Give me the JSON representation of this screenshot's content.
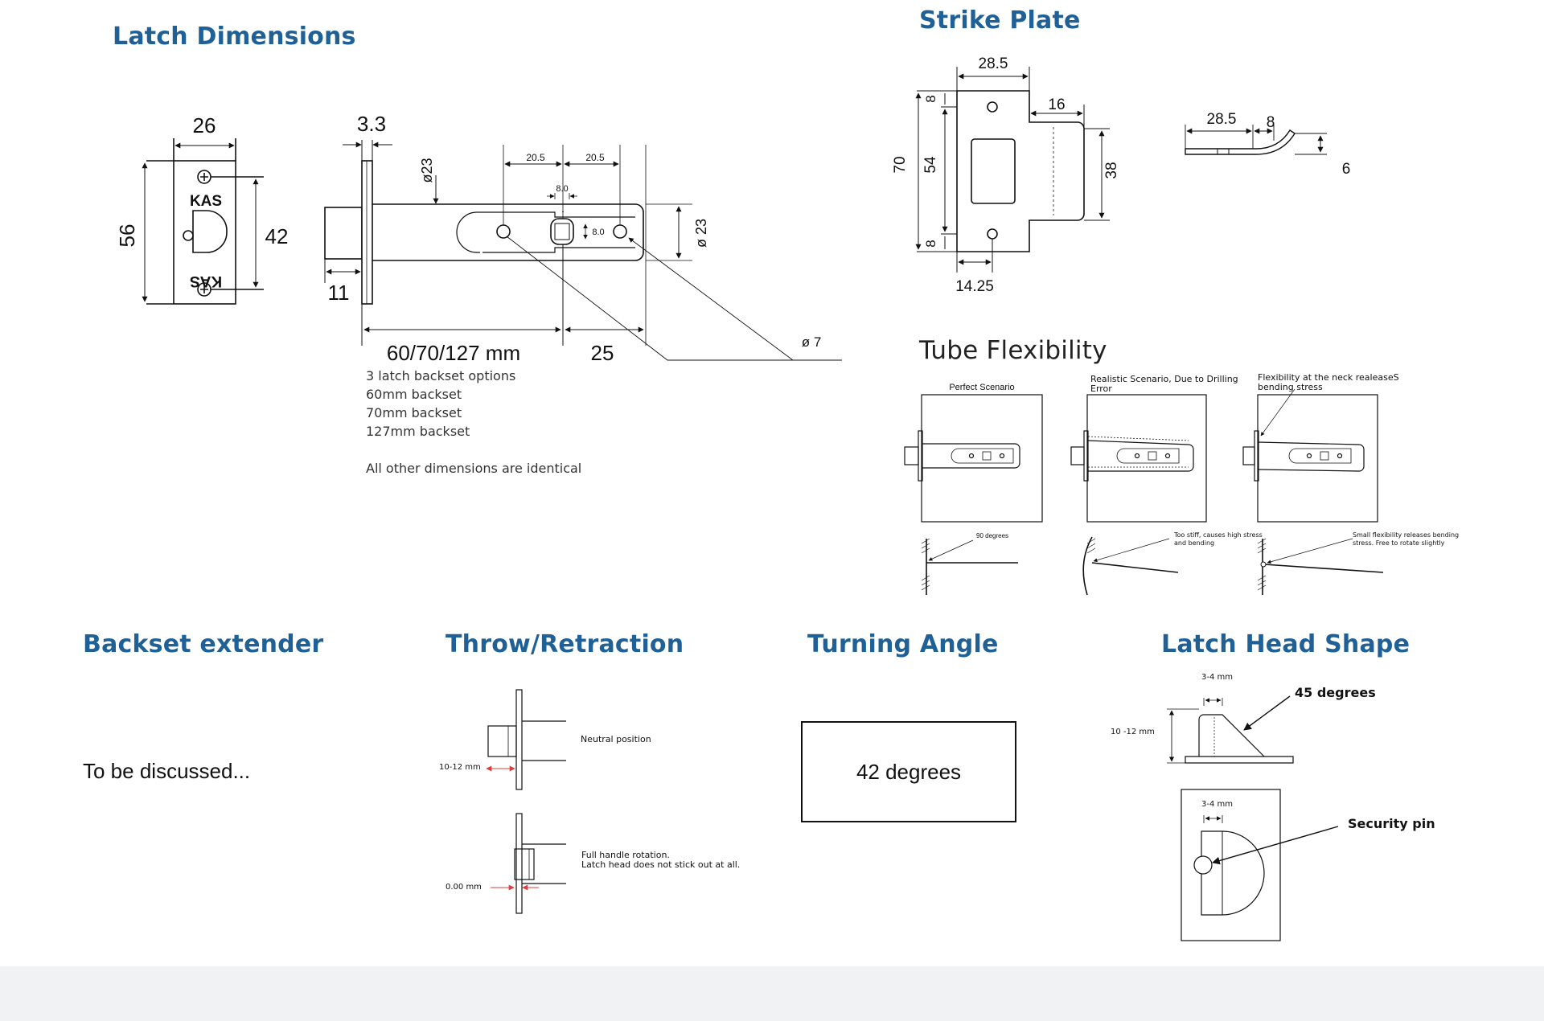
{
  "sections": {
    "latch_dimensions": {
      "title": "Latch Dimensions",
      "faceplate": {
        "width": "26",
        "height": "56",
        "screw_spacing": "42",
        "brand_top": "KAS",
        "brand_bottom": "KAS"
      },
      "body": {
        "plate_thickness": "3.3",
        "tube_diameter_top": "ø23",
        "tube_diameter_side": "ø 23",
        "spacing_left": "20.5",
        "spacing_right": "20.5",
        "spindle_width": "8.0",
        "spindle_height": "8.0",
        "latch_protrusion": "11",
        "backset": "60/70/127 mm",
        "end_length": "25",
        "hole_diameter": "ø 7"
      },
      "notes": [
        "3 latch backset options",
        "60mm backset",
        "70mm backset",
        "127mm backset",
        "",
        "All other dimensions are identical"
      ]
    },
    "strike_plate": {
      "title": "Strike Plate",
      "front": {
        "width": "28.5",
        "tab": "16",
        "height": "70",
        "inner_height": "54",
        "top_margin": "8",
        "bottom_margin": "8",
        "tab_height": "38",
        "hole_offset": "14.25"
      },
      "side": {
        "length": "28.5",
        "lip": "8",
        "depth": "6"
      }
    },
    "tube_flexibility": {
      "title": "Tube Flexibility",
      "panels": [
        {
          "caption": "Perfect Scenario",
          "note": "90 degrees"
        },
        {
          "caption": "Realistic Scenario, Due to Drilling Error",
          "note": "Too stiff, causes high stress and bending"
        },
        {
          "caption": "Flexibility at the neck realeaseS bending stress",
          "note": "Small flexibility releases bending stress. Free to rotate slightly"
        }
      ]
    },
    "backset_extender": {
      "title": "Backset extender",
      "text": "To be discussed..."
    },
    "throw_retraction": {
      "title": "Throw/Retraction",
      "neutral_label": "Neutral position",
      "neutral_measure": "10-12 mm",
      "rotation_label_1": "Full handle rotation.",
      "rotation_label_2": "Latch head does not stick out at all.",
      "rotation_measure": "0.00 mm"
    },
    "turning_angle": {
      "title": "Turning Angle",
      "value": "42 degrees"
    },
    "latch_head_shape": {
      "title": "Latch Head Shape",
      "top_width": "3-4 mm",
      "height": "10 -12 mm",
      "angle_label": "45 degrees",
      "front_width": "3-4 mm",
      "pin_label": "Security pin"
    }
  }
}
